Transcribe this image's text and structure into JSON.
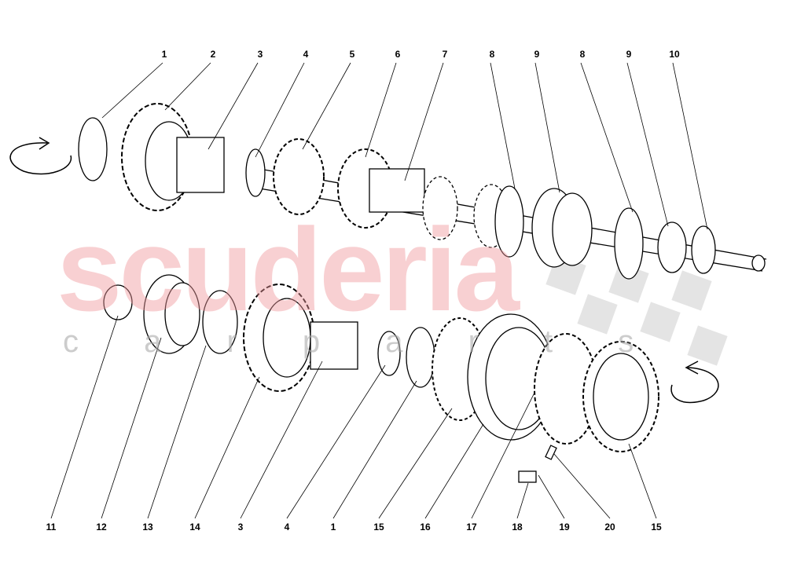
{
  "watermark": {
    "brand": "scuderia",
    "subtitle": "c a r p a r t s",
    "brand_color": "#f6c9cb"
  },
  "callouts_top": [
    "1",
    "2",
    "3",
    "4",
    "5",
    "6",
    "7",
    "8",
    "9",
    "8",
    "9",
    "10"
  ],
  "callouts_bottom": [
    "11",
    "12",
    "13",
    "14",
    "3",
    "4",
    "1",
    "15",
    "16",
    "17",
    "18",
    "19",
    "20",
    "15"
  ],
  "icons": {
    "rotation_left": "curved-arrow-icon",
    "rotation_right": "curved-arrow-icon"
  }
}
